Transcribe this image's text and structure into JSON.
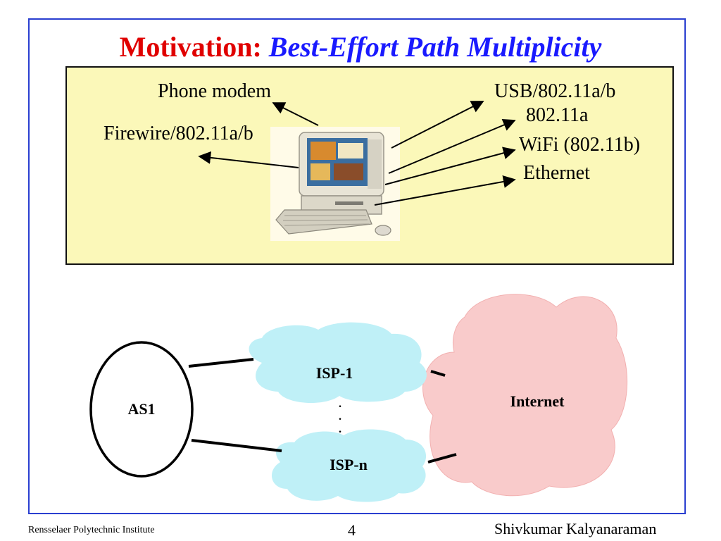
{
  "slide": {
    "title_part1": "Motivation:",
    "title_part2": "Best-Effort Path Multiplicity",
    "page_number": "4"
  },
  "interfaces": {
    "phone_modem": "Phone modem",
    "firewire": "Firewire/802.11a/b",
    "usb": "USB/802.11a/b",
    "wifi_a": "802.11a",
    "wifi_b": "WiFi (802.11b)",
    "ethernet": "Ethernet"
  },
  "network": {
    "as1": "AS1",
    "isp1": "ISP-1",
    "ispn": "ISP-n",
    "internet": "Internet",
    "dots": "..."
  },
  "footer": {
    "institution": "Rensselaer Polytechnic Institute",
    "author": "Shivkumar Kalyanaraman"
  },
  "colors": {
    "title_red": "#e00000",
    "title_blue": "#1a1aff",
    "panel_fill": "#fbf8b9",
    "isp_cloud": "#bff0f7",
    "internet_cloud": "#f9cbcb",
    "frame_border": "#2a3fd0"
  }
}
